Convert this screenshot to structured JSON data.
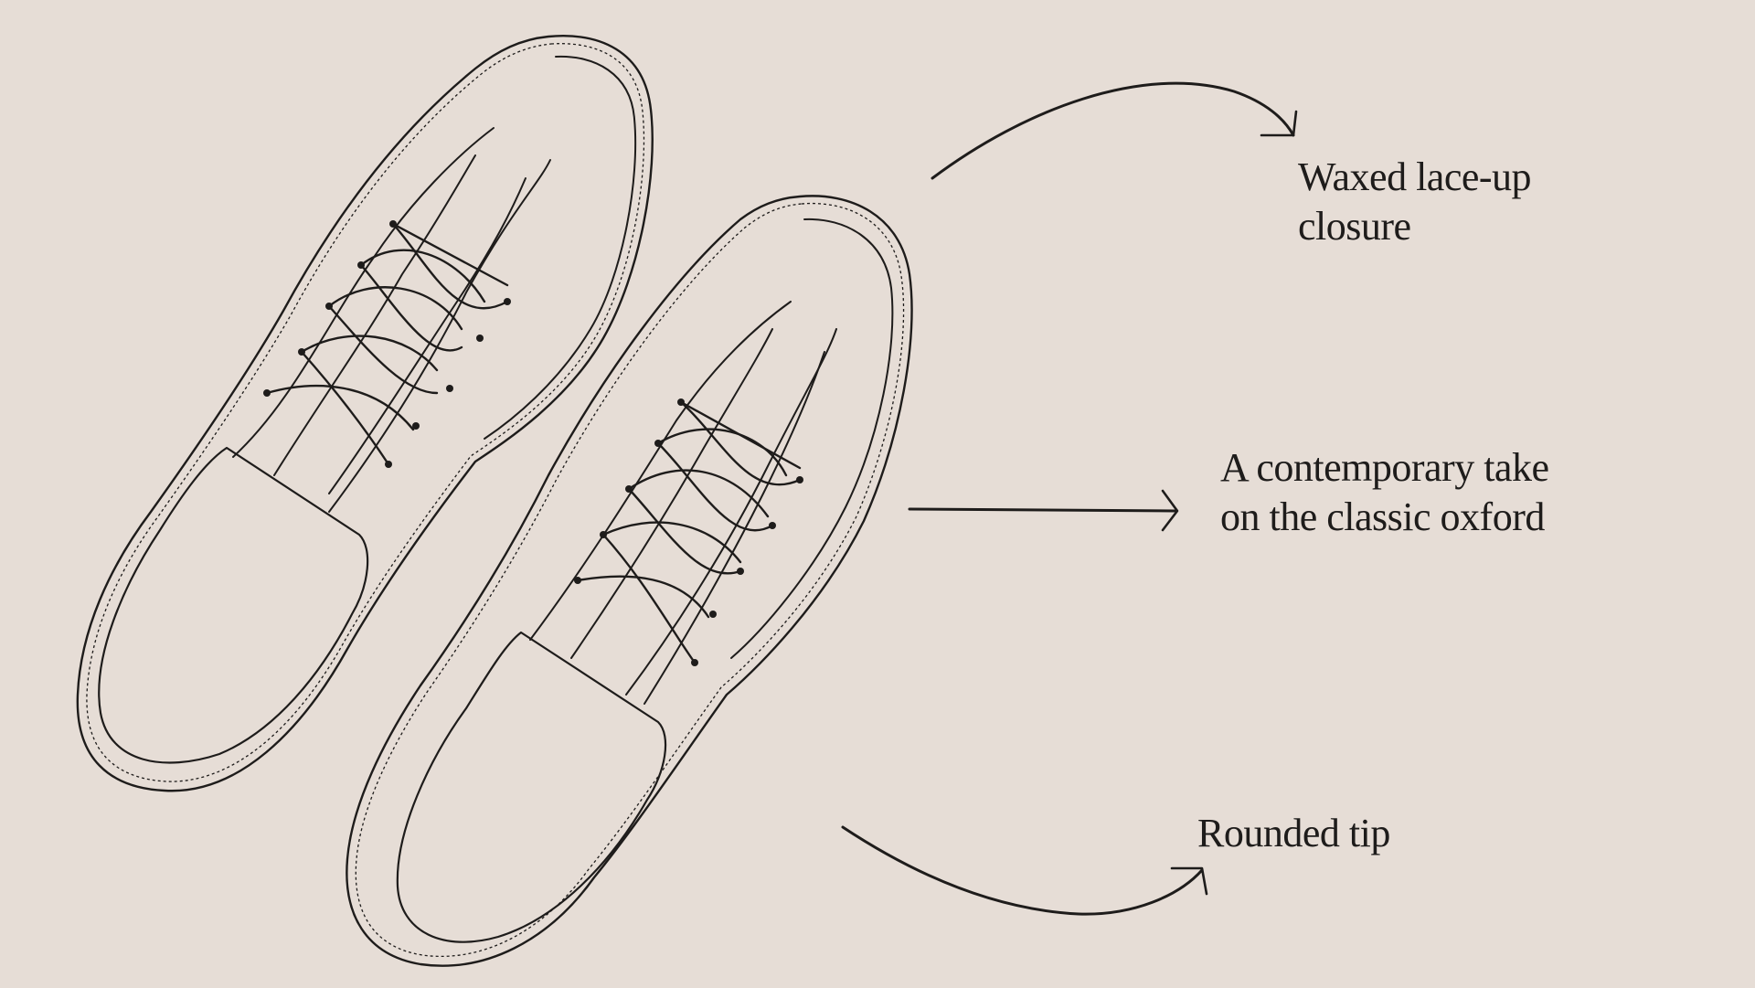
{
  "background_color": "#e6ddd6",
  "ink_color": "#1e1c1b",
  "annotations": {
    "laces": {
      "line1": "Waxed lace-up",
      "line2": "closure"
    },
    "oxford": {
      "line1": "A contemporary take",
      "line2": "on the classic oxford"
    },
    "tip": {
      "line1": "Rounded tip"
    }
  }
}
